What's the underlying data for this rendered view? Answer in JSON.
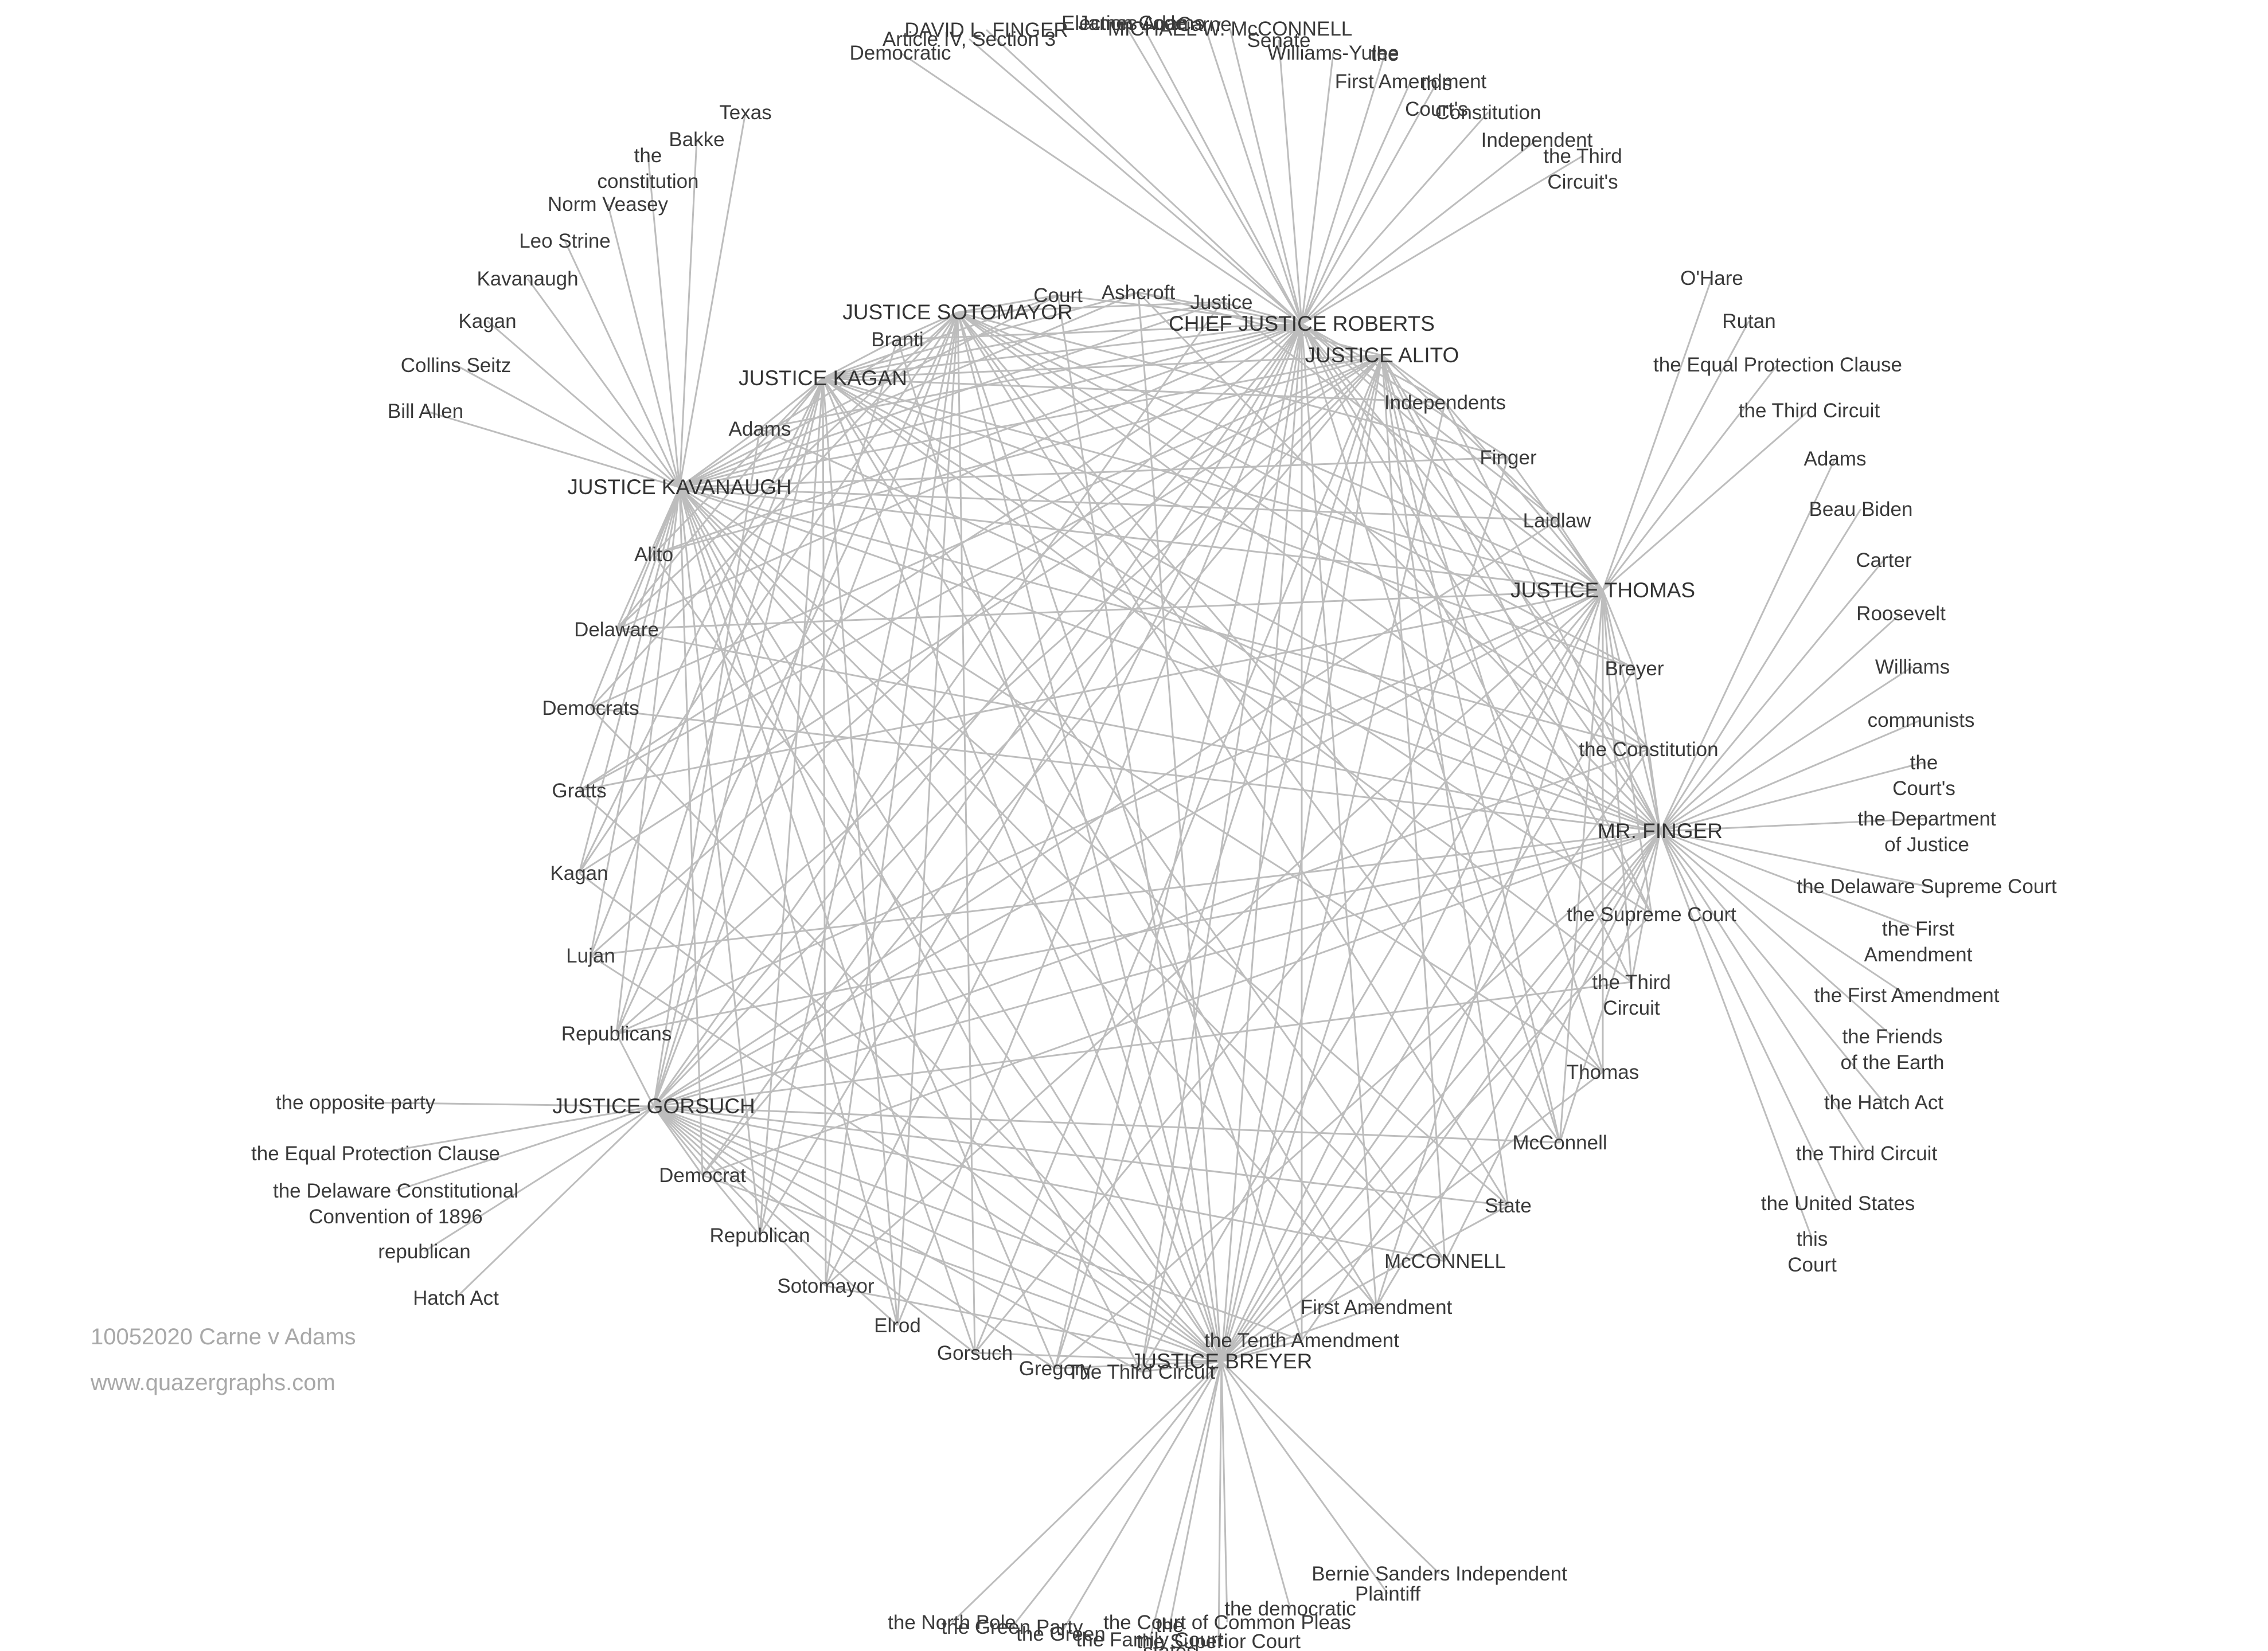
{
  "watermark": {
    "title": "10052020 Carne v Adams",
    "url": "www.quazergraphs.com"
  },
  "colors": {
    "edge": "#bdbdbd",
    "label": "#3a3a3a",
    "watermark": "#a8a8a8"
  },
  "hubs": [
    {
      "id": "roberts",
      "label": "CHIEF JUSTICE ROBERTS"
    },
    {
      "id": "sotomayor",
      "label": "JUSTICE SOTOMAYOR"
    },
    {
      "id": "alito",
      "label": "JUSTICE ALITO"
    },
    {
      "id": "kagan",
      "label": "JUSTICE KAGAN"
    },
    {
      "id": "kavanaugh",
      "label": "JUSTICE KAVANAUGH"
    },
    {
      "id": "thomas",
      "label": "JUSTICE THOMAS"
    },
    {
      "id": "finger",
      "label": "MR. FINGER"
    },
    {
      "id": "gorsuch",
      "label": "JUSTICE GORSUCH"
    },
    {
      "id": "breyer",
      "label": "JUSTICE BREYER"
    }
  ],
  "nodes": [
    {
      "id": "t1",
      "label": "DAVID L. FINGER"
    },
    {
      "id": "t2",
      "label": "MICHAEL W. McCONNELL"
    },
    {
      "id": "t3",
      "label": "Article IV, Section 3"
    },
    {
      "id": "t4",
      "label": "Democratic"
    },
    {
      "id": "t5",
      "label": "Election Code"
    },
    {
      "id": "t6",
      "label": "James Adams"
    },
    {
      "id": "t7",
      "label": "Carne"
    },
    {
      "id": "t8",
      "label": "Senate"
    },
    {
      "id": "t9",
      "label": "Williams-Yulee"
    },
    {
      "id": "t10",
      "label": "the"
    },
    {
      "id": "t11",
      "label": "First Amendment"
    },
    {
      "id": "t12",
      "label": "this Court's"
    },
    {
      "id": "t13",
      "label": "Constitution"
    },
    {
      "id": "t14",
      "label": "Independent"
    },
    {
      "id": "t15",
      "label": "the Third Circuit's"
    },
    {
      "id": "l1",
      "label": "Texas"
    },
    {
      "id": "l2",
      "label": "Bakke"
    },
    {
      "id": "l3",
      "label": "the constitution"
    },
    {
      "id": "l4",
      "label": "Norm Veasey"
    },
    {
      "id": "l5",
      "label": "Leo Strine"
    },
    {
      "id": "l6",
      "label": "Kavanaugh"
    },
    {
      "id": "l7",
      "label": "Kagan"
    },
    {
      "id": "l8",
      "label": "Collins Seitz"
    },
    {
      "id": "l9",
      "label": "Bill Allen"
    },
    {
      "id": "c1",
      "label": "Court"
    },
    {
      "id": "c2",
      "label": "Ashcroft"
    },
    {
      "id": "c3",
      "label": "Justice"
    },
    {
      "id": "c4",
      "label": "Branti"
    },
    {
      "id": "c5",
      "label": "Adams"
    },
    {
      "id": "c6",
      "label": "Independents"
    },
    {
      "id": "c7",
      "label": "Finger"
    },
    {
      "id": "c8",
      "label": "Laidlaw"
    },
    {
      "id": "c9",
      "label": "Breyer"
    },
    {
      "id": "c10",
      "label": "the Constitution"
    },
    {
      "id": "c11",
      "label": "the Supreme Court"
    },
    {
      "id": "c12",
      "label": "the Third Circuit"
    },
    {
      "id": "c13",
      "label": "Thomas"
    },
    {
      "id": "c14",
      "label": "McConnell"
    },
    {
      "id": "c15",
      "label": "State"
    },
    {
      "id": "c16",
      "label": "McCONNELL"
    },
    {
      "id": "c17",
      "label": "First Amendment"
    },
    {
      "id": "c18",
      "label": "the Tenth Amendment"
    },
    {
      "id": "c19",
      "label": "The Third Circuit"
    },
    {
      "id": "c20",
      "label": "Gregory"
    },
    {
      "id": "c21",
      "label": "Gorsuch"
    },
    {
      "id": "c22",
      "label": "Elrod"
    },
    {
      "id": "c23",
      "label": "Sotomayor"
    },
    {
      "id": "c24",
      "label": "Republican"
    },
    {
      "id": "c25",
      "label": "Democrat"
    },
    {
      "id": "c26",
      "label": "Republicans"
    },
    {
      "id": "c27",
      "label": "Lujan"
    },
    {
      "id": "c28",
      "label": "Kagan"
    },
    {
      "id": "c29",
      "label": "Gratts"
    },
    {
      "id": "c30",
      "label": "Democrats"
    },
    {
      "id": "c31",
      "label": "Delaware"
    },
    {
      "id": "c32",
      "label": "Alito"
    },
    {
      "id": "r1",
      "label": "O'Hare"
    },
    {
      "id": "r2",
      "label": "Rutan"
    },
    {
      "id": "r3",
      "label": "the Equal Protection Clause"
    },
    {
      "id": "r4",
      "label": "the Third Circuit"
    },
    {
      "id": "r5",
      "label": "Adams"
    },
    {
      "id": "r6",
      "label": "Beau Biden"
    },
    {
      "id": "r7",
      "label": "Carter"
    },
    {
      "id": "r8",
      "label": "Roosevelt"
    },
    {
      "id": "r9",
      "label": "Williams"
    },
    {
      "id": "r10",
      "label": "communists"
    },
    {
      "id": "r11",
      "label": "the Court's"
    },
    {
      "id": "r12",
      "label": "the Department of Justice"
    },
    {
      "id": "r13",
      "label": "the Delaware Supreme Court"
    },
    {
      "id": "r14",
      "label": "the First Amendment"
    },
    {
      "id": "r15",
      "label": "the First Amendment"
    },
    {
      "id": "r16",
      "label": "the Friends of the Earth"
    },
    {
      "id": "r17",
      "label": "the Hatch Act"
    },
    {
      "id": "r18",
      "label": "the Third Circuit"
    },
    {
      "id": "r19",
      "label": "the United States"
    },
    {
      "id": "r20",
      "label": "this Court"
    },
    {
      "id": "g1",
      "label": "the opposite party"
    },
    {
      "id": "g2",
      "label": "the Equal Protection Clause"
    },
    {
      "id": "g3",
      "label": "the Delaware Constitutional Convention of 1896"
    },
    {
      "id": "g4",
      "label": "republican"
    },
    {
      "id": "g5",
      "label": "Hatch Act"
    },
    {
      "id": "b1",
      "label": "the North Pole"
    },
    {
      "id": "b2",
      "label": "the Green Party"
    },
    {
      "id": "b3",
      "label": "the Green Party"
    },
    {
      "id": "b4",
      "label": "the Family Court"
    },
    {
      "id": "b5",
      "label": "the states"
    },
    {
      "id": "b6",
      "label": "the Superior Court"
    },
    {
      "id": "b7",
      "label": "the Court of Common Pleas"
    },
    {
      "id": "b8",
      "label": "the democratic"
    },
    {
      "id": "b9",
      "label": "Plaintiff"
    },
    {
      "id": "b10",
      "label": "Bernie Sanders Independent"
    }
  ],
  "edges": [
    [
      "roberts",
      "t1"
    ],
    [
      "roberts",
      "t2"
    ],
    [
      "roberts",
      "t3"
    ],
    [
      "roberts",
      "t4"
    ],
    [
      "roberts",
      "t5"
    ],
    [
      "roberts",
      "t6"
    ],
    [
      "roberts",
      "t7"
    ],
    [
      "roberts",
      "t8"
    ],
    [
      "roberts",
      "t9"
    ],
    [
      "roberts",
      "t10"
    ],
    [
      "roberts",
      "t11"
    ],
    [
      "roberts",
      "t12"
    ],
    [
      "roberts",
      "t13"
    ],
    [
      "roberts",
      "t14"
    ],
    [
      "roberts",
      "t15"
    ],
    [
      "kavanaugh",
      "l1"
    ],
    [
      "kavanaugh",
      "l2"
    ],
    [
      "kavanaugh",
      "l3"
    ],
    [
      "kavanaugh",
      "l4"
    ],
    [
      "kavanaugh",
      "l5"
    ],
    [
      "kavanaugh",
      "l6"
    ],
    [
      "kavanaugh",
      "l7"
    ],
    [
      "kavanaugh",
      "l8"
    ],
    [
      "kavanaugh",
      "l9"
    ],
    [
      "thomas",
      "r1"
    ],
    [
      "thomas",
      "r2"
    ],
    [
      "thomas",
      "r3"
    ],
    [
      "thomas",
      "r4"
    ],
    [
      "finger",
      "r5"
    ],
    [
      "finger",
      "r6"
    ],
    [
      "finger",
      "r7"
    ],
    [
      "finger",
      "r8"
    ],
    [
      "finger",
      "r9"
    ],
    [
      "finger",
      "r10"
    ],
    [
      "finger",
      "r11"
    ],
    [
      "finger",
      "r12"
    ],
    [
      "finger",
      "r13"
    ],
    [
      "finger",
      "r14"
    ],
    [
      "finger",
      "r15"
    ],
    [
      "finger",
      "r16"
    ],
    [
      "finger",
      "r17"
    ],
    [
      "finger",
      "r18"
    ],
    [
      "finger",
      "r19"
    ],
    [
      "finger",
      "r20"
    ],
    [
      "gorsuch",
      "g1"
    ],
    [
      "gorsuch",
      "g2"
    ],
    [
      "gorsuch",
      "g3"
    ],
    [
      "gorsuch",
      "g4"
    ],
    [
      "gorsuch",
      "g5"
    ],
    [
      "breyer",
      "b1"
    ],
    [
      "breyer",
      "b2"
    ],
    [
      "breyer",
      "b3"
    ],
    [
      "breyer",
      "b4"
    ],
    [
      "breyer",
      "b5"
    ],
    [
      "breyer",
      "b6"
    ],
    [
      "breyer",
      "b7"
    ],
    [
      "breyer",
      "b8"
    ],
    [
      "breyer",
      "b9"
    ],
    [
      "breyer",
      "b10"
    ],
    [
      "roberts",
      "c1"
    ],
    [
      "roberts",
      "c2"
    ],
    [
      "roberts",
      "c3"
    ],
    [
      "roberts",
      "c4"
    ],
    [
      "roberts",
      "c5"
    ],
    [
      "roberts",
      "c6"
    ],
    [
      "roberts",
      "c7"
    ],
    [
      "roberts",
      "c8"
    ],
    [
      "roberts",
      "c10"
    ],
    [
      "roberts",
      "c11"
    ],
    [
      "roberts",
      "c12"
    ],
    [
      "roberts",
      "c14"
    ],
    [
      "roberts",
      "c17"
    ],
    [
      "roberts",
      "c18"
    ],
    [
      "roberts",
      "c19"
    ],
    [
      "roberts",
      "c20"
    ],
    [
      "roberts",
      "c22"
    ],
    [
      "roberts",
      "c23"
    ],
    [
      "roberts",
      "c24"
    ],
    [
      "roberts",
      "c25"
    ],
    [
      "roberts",
      "c27"
    ],
    [
      "roberts",
      "c29"
    ],
    [
      "roberts",
      "c31"
    ],
    [
      "roberts",
      "c32"
    ],
    [
      "sotomayor",
      "c1"
    ],
    [
      "sotomayor",
      "c3"
    ],
    [
      "sotomayor",
      "c4"
    ],
    [
      "sotomayor",
      "c7"
    ],
    [
      "sotomayor",
      "c9"
    ],
    [
      "sotomayor",
      "c10"
    ],
    [
      "sotomayor",
      "c13"
    ],
    [
      "sotomayor",
      "c14"
    ],
    [
      "sotomayor",
      "c15"
    ],
    [
      "sotomayor",
      "c18"
    ],
    [
      "sotomayor",
      "c21"
    ],
    [
      "sotomayor",
      "c22"
    ],
    [
      "sotomayor",
      "c23"
    ],
    [
      "sotomayor",
      "c24"
    ],
    [
      "sotomayor",
      "c26"
    ],
    [
      "sotomayor",
      "c28"
    ],
    [
      "sotomayor",
      "c30"
    ],
    [
      "sotomayor",
      "c31"
    ],
    [
      "alito",
      "c2"
    ],
    [
      "alito",
      "c6"
    ],
    [
      "alito",
      "c8"
    ],
    [
      "alito",
      "c11"
    ],
    [
      "alito",
      "c13"
    ],
    [
      "alito",
      "c14"
    ],
    [
      "alito",
      "c15"
    ],
    [
      "alito",
      "c16"
    ],
    [
      "alito",
      "c19"
    ],
    [
      "alito",
      "c20"
    ],
    [
      "alito",
      "c21"
    ],
    [
      "alito",
      "c25"
    ],
    [
      "alito",
      "c26"
    ],
    [
      "alito",
      "c28"
    ],
    [
      "alito",
      "c29"
    ],
    [
      "alito",
      "c30"
    ],
    [
      "alito",
      "c32"
    ],
    [
      "kagan",
      "c1"
    ],
    [
      "kagan",
      "c2"
    ],
    [
      "kagan",
      "c3"
    ],
    [
      "kagan",
      "c4"
    ],
    [
      "kagan",
      "c5"
    ],
    [
      "kagan",
      "c6"
    ],
    [
      "kagan",
      "c9"
    ],
    [
      "kagan",
      "c11"
    ],
    [
      "kagan",
      "c12"
    ],
    [
      "kagan",
      "c16"
    ],
    [
      "kagan",
      "c17"
    ],
    [
      "kagan",
      "c22"
    ],
    [
      "kagan",
      "c23"
    ],
    [
      "kagan",
      "c24"
    ],
    [
      "kagan",
      "c26"
    ],
    [
      "kagan",
      "c27"
    ],
    [
      "kagan",
      "c28"
    ],
    [
      "kagan",
      "c31"
    ],
    [
      "kagan",
      "c32"
    ],
    [
      "kavanaugh",
      "c1"
    ],
    [
      "kavanaugh",
      "c2"
    ],
    [
      "kavanaugh",
      "c3"
    ],
    [
      "kavanaugh",
      "c5"
    ],
    [
      "kavanaugh",
      "c7"
    ],
    [
      "kavanaugh",
      "c8"
    ],
    [
      "kavanaugh",
      "c10"
    ],
    [
      "kavanaugh",
      "c13"
    ],
    [
      "kavanaugh",
      "c15"
    ],
    [
      "kavanaugh",
      "c16"
    ],
    [
      "kavanaugh",
      "c17"
    ],
    [
      "kavanaugh",
      "c19"
    ],
    [
      "kavanaugh",
      "c20"
    ],
    [
      "kavanaugh",
      "c21"
    ],
    [
      "kavanaugh",
      "c22"
    ],
    [
      "kavanaugh",
      "c24"
    ],
    [
      "kavanaugh",
      "c25"
    ],
    [
      "kavanaugh",
      "c26"
    ],
    [
      "kavanaugh",
      "c27"
    ],
    [
      "kavanaugh",
      "c28"
    ],
    [
      "kavanaugh",
      "c29"
    ],
    [
      "kavanaugh",
      "c30"
    ],
    [
      "kavanaugh",
      "c31"
    ],
    [
      "kavanaugh",
      "c32"
    ],
    [
      "thomas",
      "c3"
    ],
    [
      "thomas",
      "c6"
    ],
    [
      "thomas",
      "c7"
    ],
    [
      "thomas",
      "c8"
    ],
    [
      "thomas",
      "c9"
    ],
    [
      "thomas",
      "c11"
    ],
    [
      "thomas",
      "c12"
    ],
    [
      "thomas",
      "c13"
    ],
    [
      "thomas",
      "c14"
    ],
    [
      "thomas",
      "c17"
    ],
    [
      "thomas",
      "c19"
    ],
    [
      "thomas",
      "c21"
    ],
    [
      "thomas",
      "c23"
    ],
    [
      "thomas",
      "c26"
    ],
    [
      "thomas",
      "c29"
    ],
    [
      "thomas",
      "c31"
    ],
    [
      "finger",
      "c2"
    ],
    [
      "finger",
      "c5"
    ],
    [
      "finger",
      "c6"
    ],
    [
      "finger",
      "c9"
    ],
    [
      "finger",
      "c10"
    ],
    [
      "finger",
      "c12"
    ],
    [
      "finger",
      "c14"
    ],
    [
      "finger",
      "c16"
    ],
    [
      "finger",
      "c17"
    ],
    [
      "finger",
      "c18"
    ],
    [
      "finger",
      "c20"
    ],
    [
      "finger",
      "c25"
    ],
    [
      "finger",
      "c26"
    ],
    [
      "finger",
      "c27"
    ],
    [
      "finger",
      "c30"
    ],
    [
      "finger",
      "c31"
    ],
    [
      "gorsuch",
      "c3"
    ],
    [
      "gorsuch",
      "c4"
    ],
    [
      "gorsuch",
      "c5"
    ],
    [
      "gorsuch",
      "c8"
    ],
    [
      "gorsuch",
      "c10"
    ],
    [
      "gorsuch",
      "c12"
    ],
    [
      "gorsuch",
      "c14"
    ],
    [
      "gorsuch",
      "c15"
    ],
    [
      "gorsuch",
      "c16"
    ],
    [
      "gorsuch",
      "c18"
    ],
    [
      "gorsuch",
      "c19"
    ],
    [
      "gorsuch",
      "c20"
    ],
    [
      "gorsuch",
      "c21"
    ],
    [
      "gorsuch",
      "c22"
    ],
    [
      "gorsuch",
      "c23"
    ],
    [
      "gorsuch",
      "c24"
    ],
    [
      "gorsuch",
      "c25"
    ],
    [
      "gorsuch",
      "c26"
    ],
    [
      "breyer",
      "c1"
    ],
    [
      "breyer",
      "c2"
    ],
    [
      "breyer",
      "c4"
    ],
    [
      "breyer",
      "c6"
    ],
    [
      "breyer",
      "c7"
    ],
    [
      "breyer",
      "c9"
    ],
    [
      "breyer",
      "c10"
    ],
    [
      "breyer",
      "c11"
    ],
    [
      "breyer",
      "c13"
    ],
    [
      "breyer",
      "c15"
    ],
    [
      "breyer",
      "c17"
    ],
    [
      "breyer",
      "c18"
    ],
    [
      "breyer",
      "c19"
    ],
    [
      "breyer",
      "c20"
    ],
    [
      "breyer",
      "c21"
    ],
    [
      "breyer",
      "c23"
    ],
    [
      "breyer",
      "c25"
    ],
    [
      "breyer",
      "c27"
    ],
    [
      "breyer",
      "c28"
    ],
    [
      "breyer",
      "c29"
    ],
    [
      "breyer",
      "c30"
    ],
    [
      "breyer",
      "c32"
    ],
    [
      "roberts",
      "kagan"
    ],
    [
      "roberts",
      "kavanaugh"
    ],
    [
      "roberts",
      "thomas"
    ],
    [
      "roberts",
      "finger"
    ],
    [
      "roberts",
      "gorsuch"
    ],
    [
      "roberts",
      "breyer"
    ],
    [
      "sotomayor",
      "finger"
    ],
    [
      "sotomayor",
      "gorsuch"
    ],
    [
      "sotomayor",
      "breyer"
    ],
    [
      "sotomayor",
      "thomas"
    ],
    [
      "sotomayor",
      "kavanaugh"
    ],
    [
      "alito",
      "kavanaugh"
    ],
    [
      "alito",
      "gorsuch"
    ],
    [
      "alito",
      "breyer"
    ],
    [
      "alito",
      "finger"
    ],
    [
      "alito",
      "kagan"
    ],
    [
      "kagan",
      "finger"
    ],
    [
      "kagan",
      "breyer"
    ],
    [
      "kagan",
      "thomas"
    ],
    [
      "kagan",
      "gorsuch"
    ],
    [
      "kavanaugh",
      "finger"
    ],
    [
      "kavanaugh",
      "breyer"
    ],
    [
      "kavanaugh",
      "thomas"
    ],
    [
      "thomas",
      "gorsuch"
    ],
    [
      "thomas",
      "breyer"
    ],
    [
      "thomas",
      "finger"
    ],
    [
      "finger",
      "gorsuch"
    ],
    [
      "finger",
      "breyer"
    ],
    [
      "gorsuch",
      "breyer"
    ]
  ]
}
